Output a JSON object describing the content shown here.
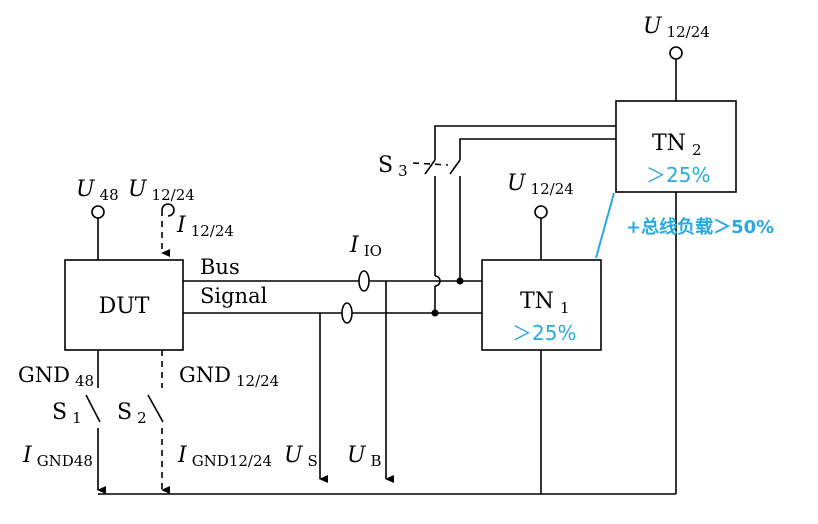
{
  "colors": {
    "annotation": "#29a9e1",
    "line": "#000000",
    "background": "#ffffff"
  },
  "blocks": {
    "dut": "DUT",
    "tn1": {
      "name": "TN",
      "sub": "1",
      "load": "＞25%"
    },
    "tn2": {
      "name": "TN",
      "sub": "2",
      "load": "＞25%"
    }
  },
  "supplies": {
    "u48": {
      "sym": "U",
      "sub": "48"
    },
    "u1224_dut": {
      "sym": "U",
      "sub": "12/24"
    },
    "u1224_tn1": {
      "sym": "U",
      "sub": "12/24"
    },
    "u1224_tn2": {
      "sym": "U",
      "sub": "12/24"
    }
  },
  "currents": {
    "i1224": {
      "sym": "I",
      "sub": "12/24"
    },
    "iio": {
      "sym": "I",
      "sub": "IO"
    },
    "ignd48": {
      "sym": "I",
      "sub": "GND48"
    },
    "ignd1224": {
      "sym": "I",
      "sub": "GND12/24"
    }
  },
  "voltages": {
    "us": {
      "sym": "U",
      "sub": "S"
    },
    "ub": {
      "sym": "U",
      "sub": "B"
    }
  },
  "lines": {
    "bus": "Bus",
    "signal": "Signal"
  },
  "grounds": {
    "gnd48": {
      "name": "GND",
      "sub": "48"
    },
    "gnd1224": {
      "name": "GND",
      "sub": "12/24"
    }
  },
  "switches": {
    "s1": {
      "name": "S",
      "sub": "1"
    },
    "s2": {
      "name": "S",
      "sub": "2"
    },
    "s3": {
      "name": "S",
      "sub": "3"
    }
  },
  "annotation": "+总线负载＞50%"
}
